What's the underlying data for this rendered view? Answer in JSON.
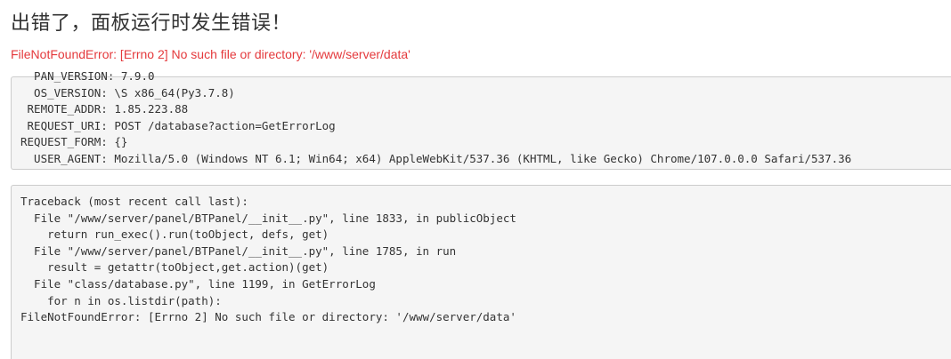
{
  "page": {
    "title": "出错了，面板运行时发生错误！",
    "error_message": "FileNotFoundError: [Errno 2] No such file or directory: '/www/server/data'"
  },
  "environment": {
    "lines": [
      "  PAN_VERSION: 7.9.0",
      "  OS_VERSION: \\S x86_64(Py3.7.8)",
      " REMOTE_ADDR: 1.85.223.88",
      " REQUEST_URI: POST /database?action=GetErrorLog",
      "REQUEST_FORM: {}",
      "  USER_AGENT: Mozilla/5.0 (Windows NT 6.1; Win64; x64) AppleWebKit/537.36 (KHTML, like Gecko) Chrome/107.0.0.0 Safari/537.36"
    ]
  },
  "traceback": {
    "lines": [
      "Traceback (most recent call last):",
      "  File \"/www/server/panel/BTPanel/__init__.py\", line 1833, in publicObject",
      "    return run_exec().run(toObject, defs, get)",
      "  File \"/www/server/panel/BTPanel/__init__.py\", line 1785, in run",
      "    result = getattr(toObject,get.action)(get)",
      "  File \"class/database.py\", line 1199, in GetErrorLog",
      "    for n in os.listdir(path):",
      "FileNotFoundError: [Errno 2] No such file or directory: '/www/server/data'"
    ]
  }
}
